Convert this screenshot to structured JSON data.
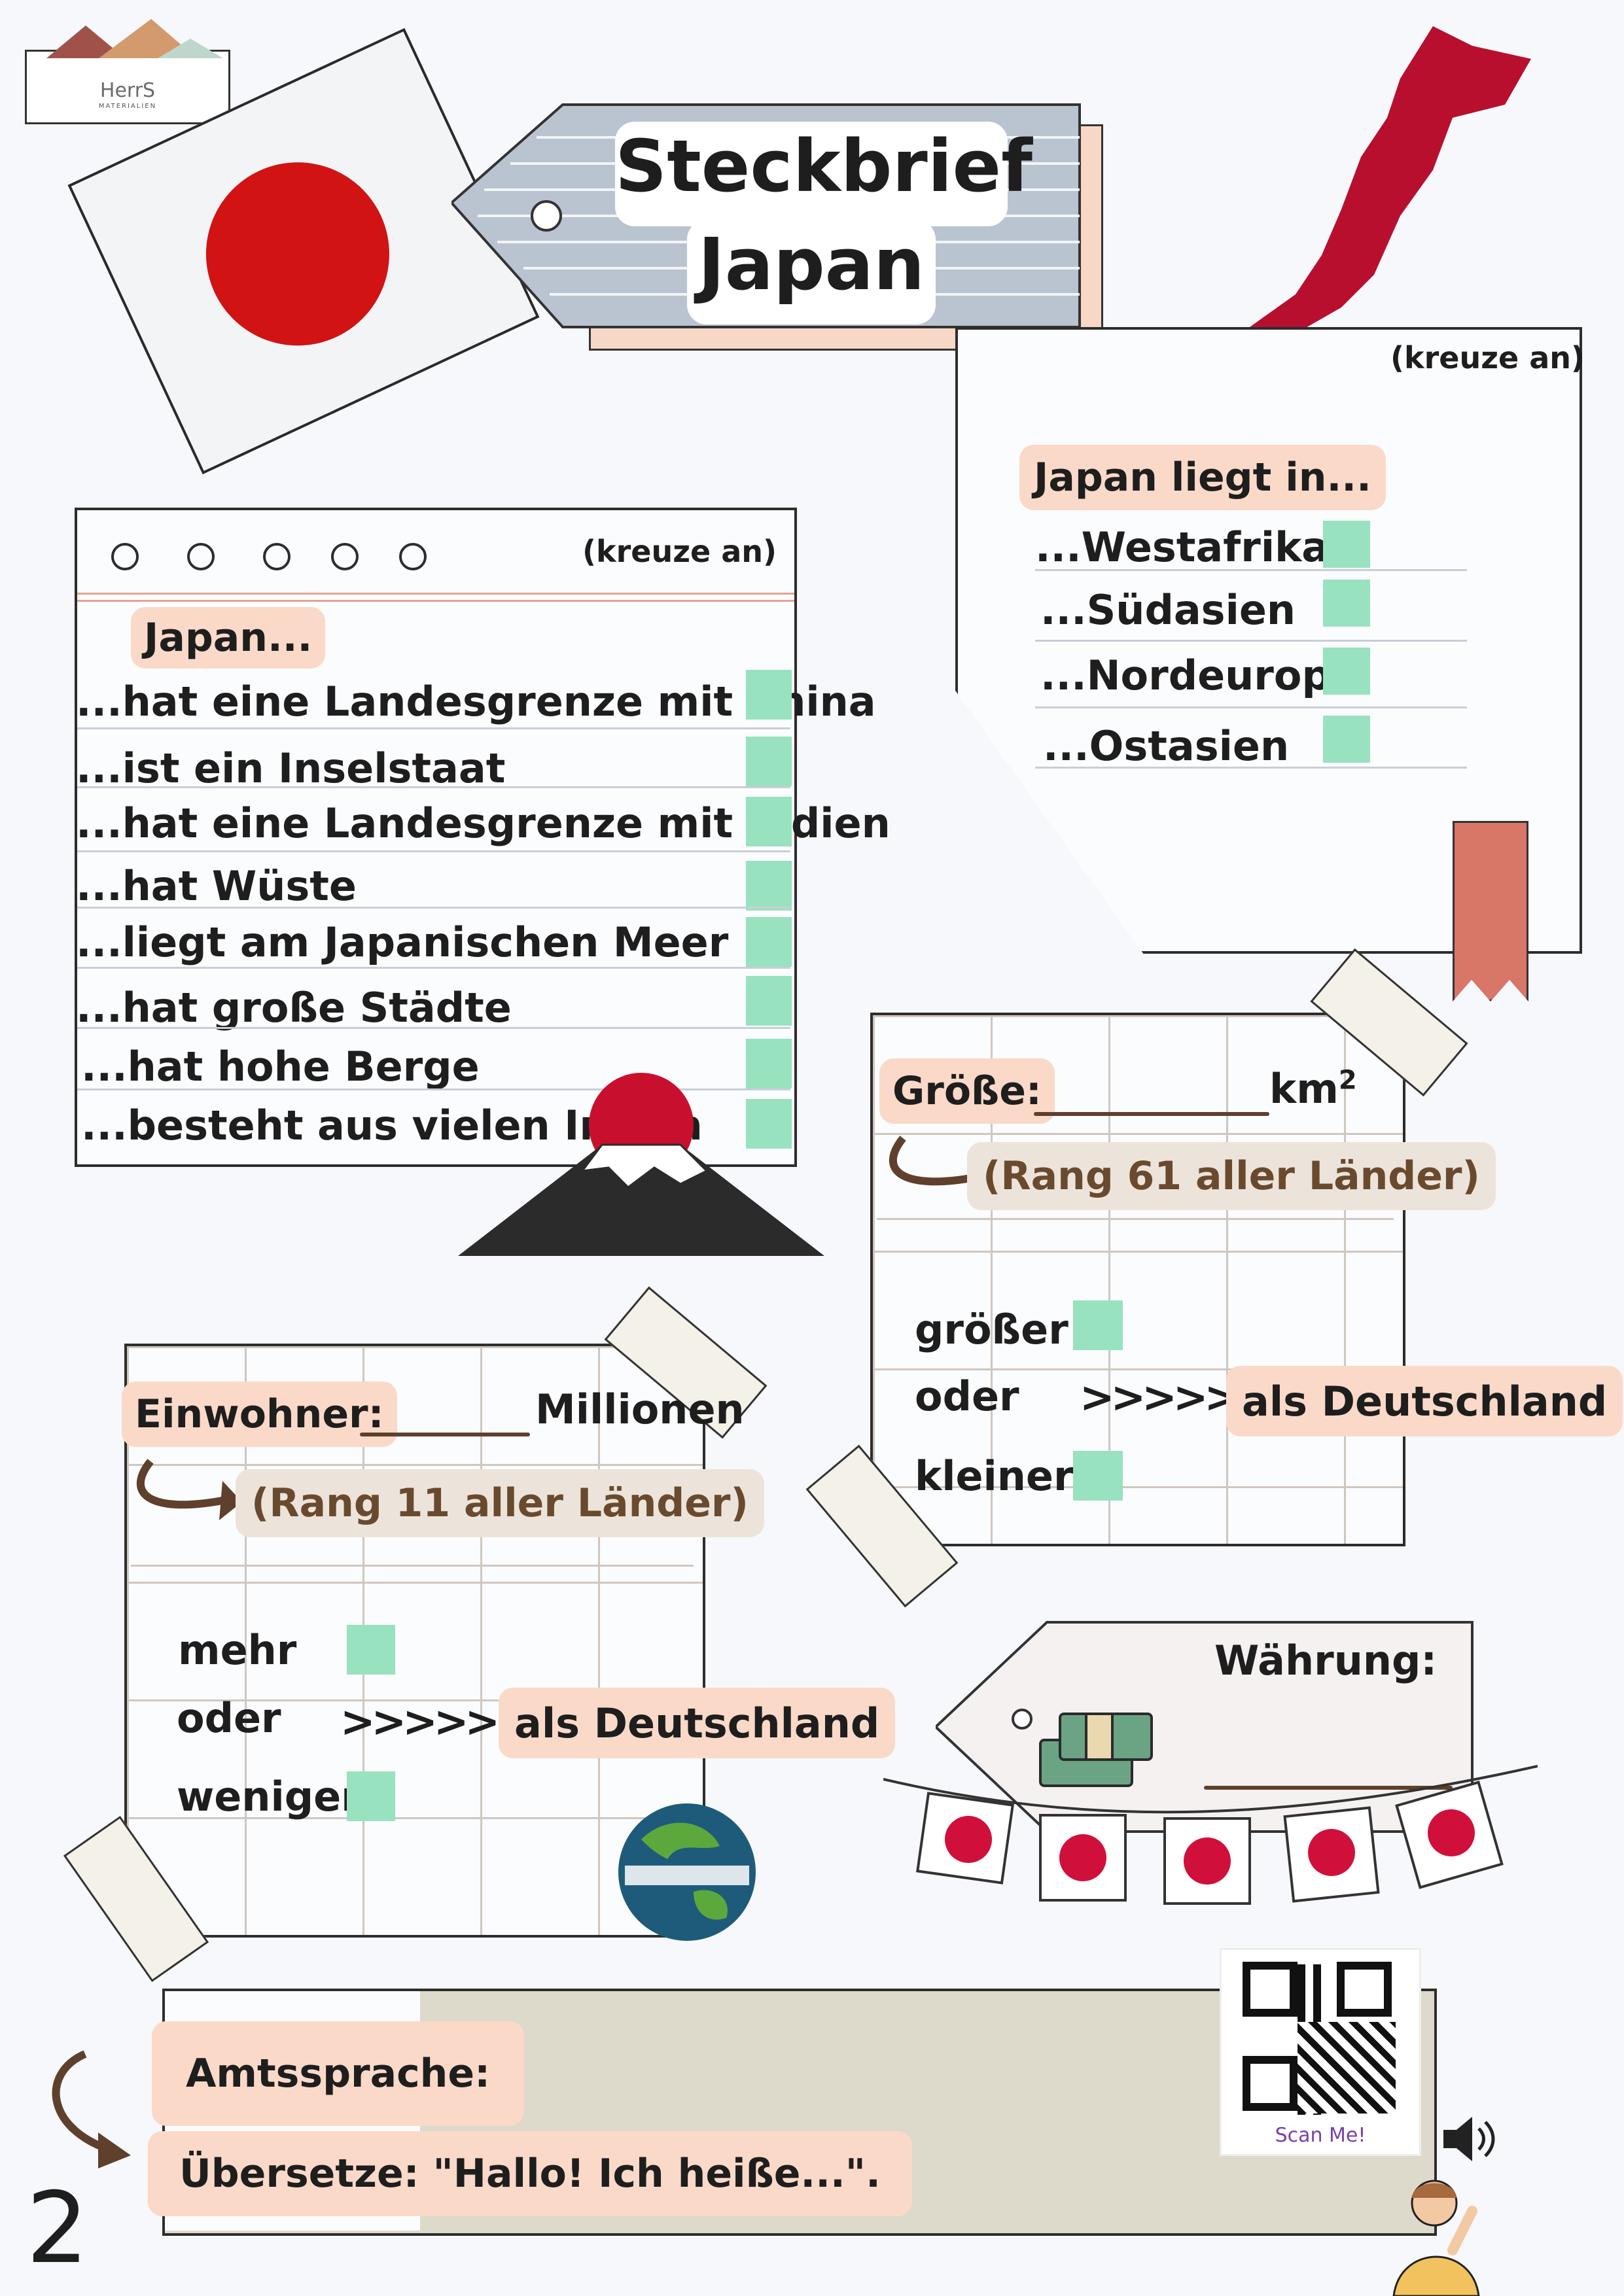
{
  "logo": {
    "name": "HerrS",
    "sub": "MATERIALIEN"
  },
  "title": {
    "line1": "Steckbrief",
    "line2": "Japan"
  },
  "card1": {
    "note": "(kreuze an)",
    "heading": "Japan...",
    "items": [
      "...hat eine Landesgrenze mit China",
      "...ist ein Inselstaat",
      "...hat eine Landesgrenze mit Indien",
      "...hat Wüste",
      "...liegt am Japanischen Meer",
      "...hat große Städte",
      "...hat hohe Berge",
      "...besteht aus vielen Inseln"
    ]
  },
  "card2": {
    "note": "(kreuze an)",
    "heading": "Japan liegt in...",
    "items": [
      "...Westafrika",
      "...Südasien",
      "...Nordeuropa",
      "...Ostasien"
    ]
  },
  "size": {
    "label": "Größe:",
    "unit": "km",
    "unit_exp": "2",
    "rank": "(Rang 61 aller Länder)",
    "bigger": "größer",
    "or": "oder",
    "smaller": "kleiner",
    "arrows": ">>>>>",
    "compare": "als Deutschland"
  },
  "population": {
    "label": "Einwohner:",
    "unit": "Millionen",
    "rank": "(Rang 11 aller Länder)",
    "more": "mehr",
    "or": "oder",
    "less": "weniger",
    "arrows": ">>>>>",
    "compare": "als Deutschland"
  },
  "currency": {
    "label": "Währung:"
  },
  "language": {
    "label": "Amtssprache:",
    "translate": "Übersetze: \"Hallo! Ich heiße...\"."
  },
  "qr": {
    "caption": "Scan Me!"
  },
  "page_number": "2",
  "colors": {
    "accent_red": "#d11313",
    "peach": "#fbd9c8",
    "mint": "#98e2bf",
    "paper": "#fbfcfe",
    "brown": "#6a4a2e"
  }
}
